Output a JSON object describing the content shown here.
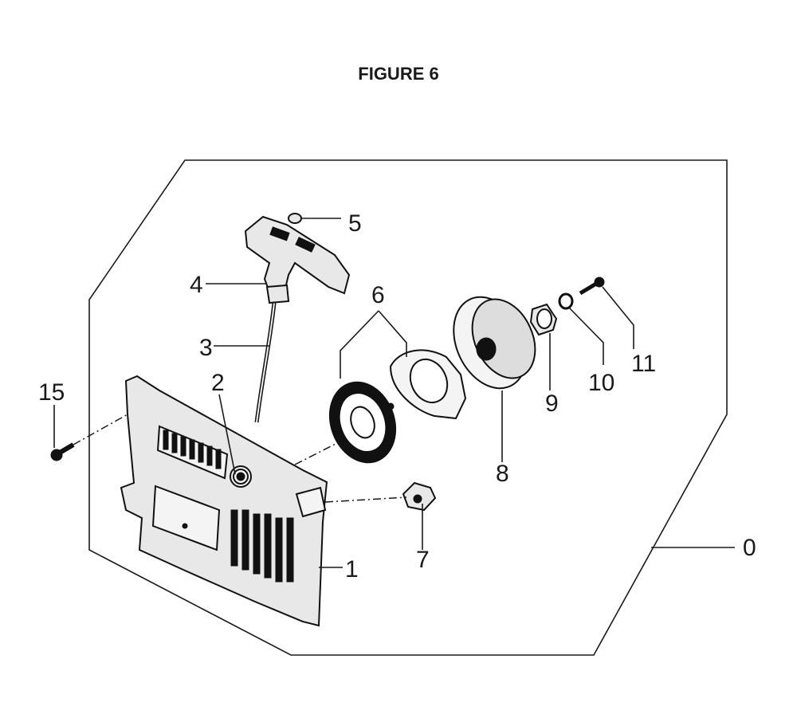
{
  "figure": {
    "title": "FIGURE 6"
  },
  "callouts": {
    "c0": "0",
    "c1": "1",
    "c2": "2",
    "c3": "3",
    "c4": "4",
    "c5": "5",
    "c6": "6",
    "c7": "7",
    "c8": "8",
    "c9": "9",
    "c10": "10",
    "c11": "11",
    "c15": "15"
  }
}
